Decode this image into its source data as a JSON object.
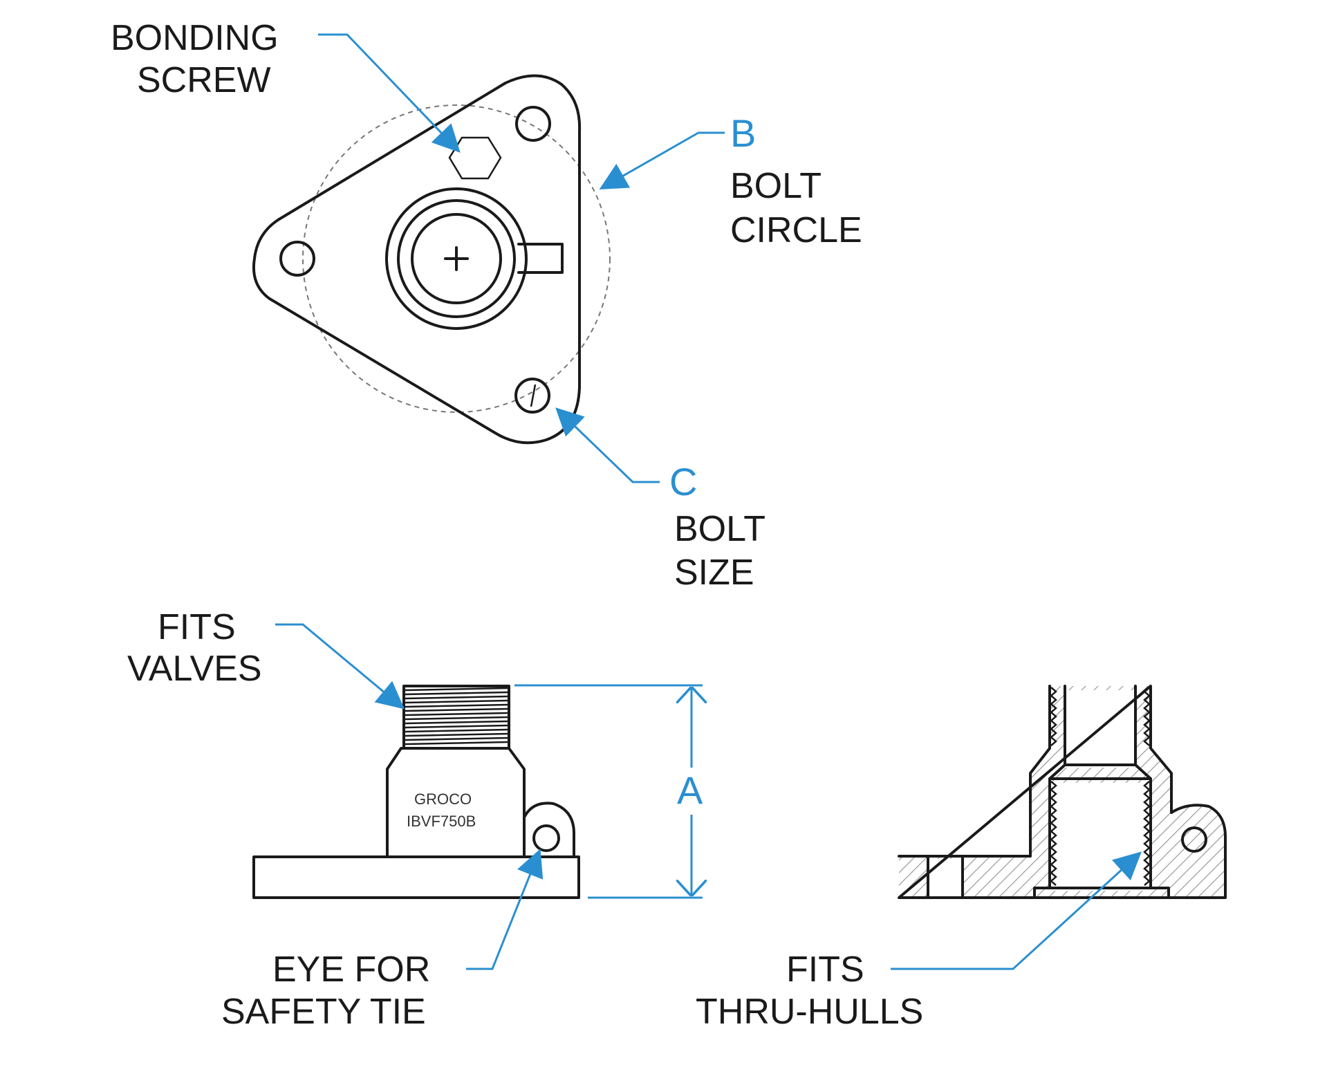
{
  "labels": {
    "bonding_screw_line1": "BONDING",
    "bonding_screw_line2": "SCREW",
    "b_letter": "B",
    "bolt_circle_line1": "BOLT",
    "bolt_circle_line2": "CIRCLE",
    "c_letter": "C",
    "bolt_size_line1": "BOLT",
    "bolt_size_line2": "SIZE",
    "fits_valves_line1": "FITS",
    "fits_valves_line2": "VALVES",
    "a_letter": "A",
    "eye_line1": "EYE FOR",
    "eye_line2": "SAFETY TIE",
    "fits_thru_line1": "FITS",
    "fits_thru_line2": "THRU-HULLS"
  },
  "part_marking": {
    "brand": "GROCO",
    "model": "IBVF750B"
  },
  "colors": {
    "ink": "#1a1a1a",
    "callout": "#2a8fd0",
    "bolt_circle": "#777777",
    "hatch": "#9a9a9a"
  }
}
